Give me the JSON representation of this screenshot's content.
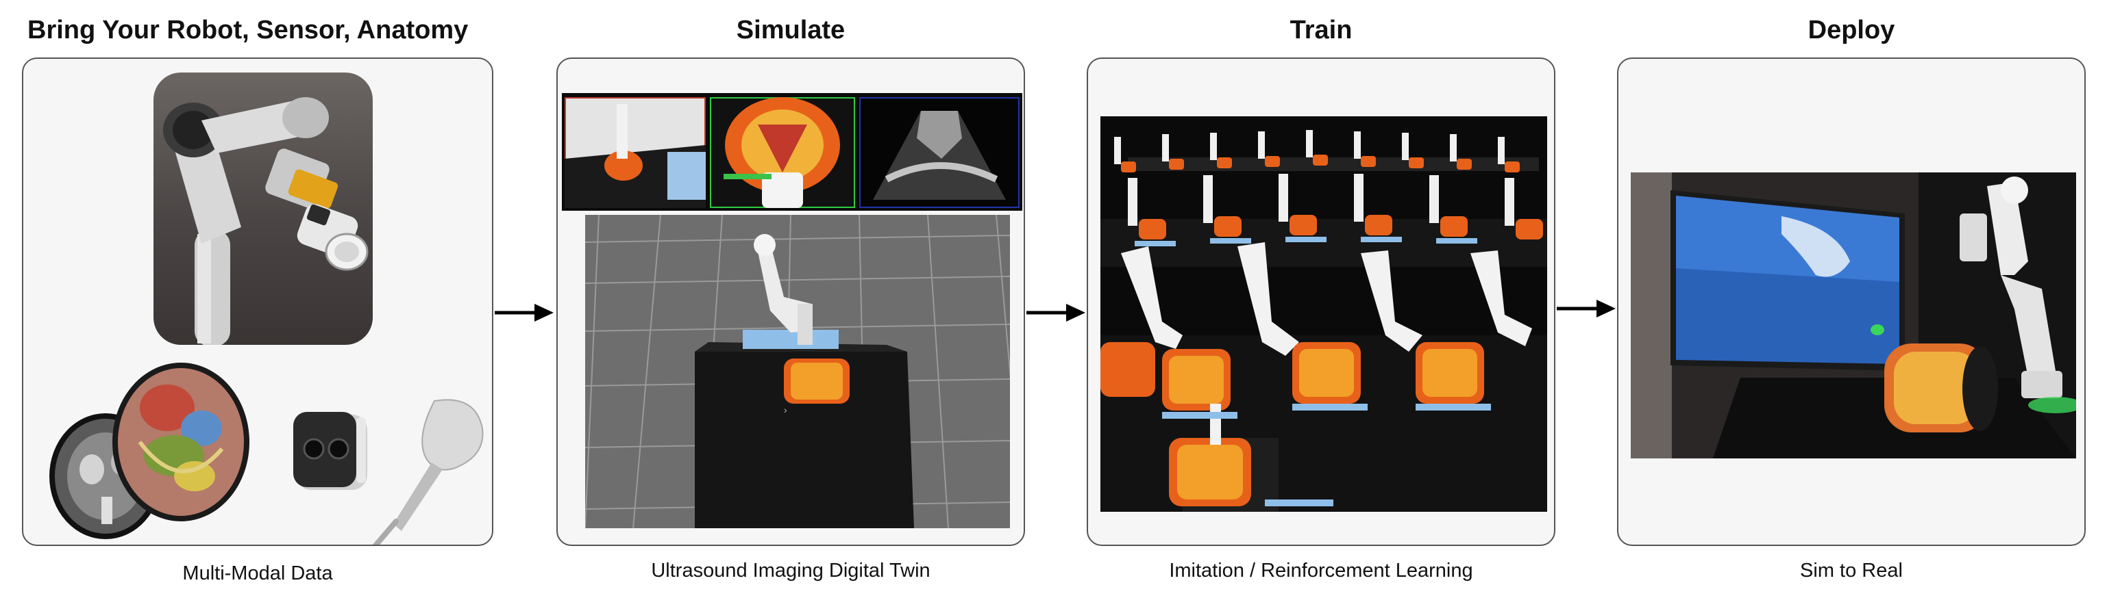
{
  "stages": [
    {
      "title": "Bring Your Robot, Sensor, Anatomy",
      "caption": "Multi-Modal Data"
    },
    {
      "title": "Simulate",
      "caption": "Ultrasound Imaging Digital Twin"
    },
    {
      "title": "Train",
      "caption": "Imitation / Reinforcement Learning"
    },
    {
      "title": "Deploy",
      "caption": "Sim to Real"
    }
  ],
  "colors": {
    "panel_bg": "#f6f6f6",
    "panel_border": "#555555",
    "arrow": "#000000",
    "phantom_orange": "#e8611a",
    "robot_white": "#eeeeee",
    "sim_floor_grey": "#6e6e6e",
    "monitor_blue": "#2a62b8",
    "led_green": "#39d65a"
  },
  "icons": [
    "robot-arm-icon",
    "ct-scan-icon",
    "anatomy-model-icon",
    "depth-camera-icon",
    "ultrasound-probe-icon",
    "arrow-right-icon"
  ]
}
